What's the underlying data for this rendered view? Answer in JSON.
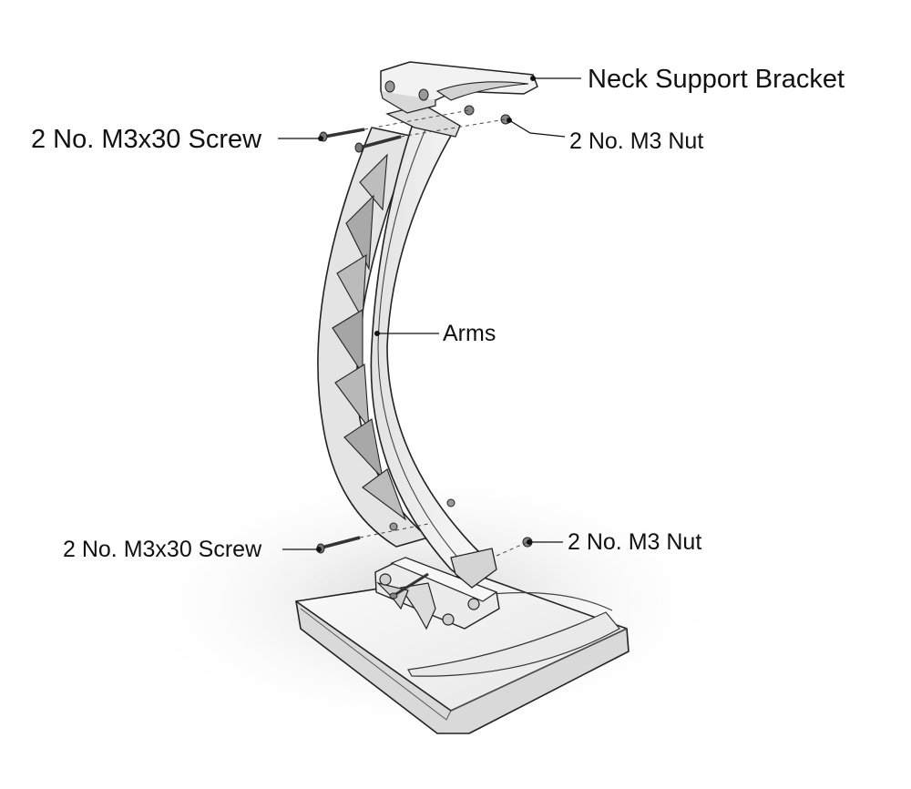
{
  "callouts": {
    "neck_support_bracket": "Neck Support Bracket",
    "screw_top": "2 No. M3x30 Screw",
    "nut_top": "2 No. M3 Nut",
    "arms": "Arms",
    "screw_bottom": "2 No. M3x30 Screw",
    "nut_bottom": "2 No. M3 Nut"
  },
  "colors": {
    "ink": "#111111",
    "part_fill": "#f4f4f4",
    "part_shade": "#d6d6d6",
    "part_dark": "#9a9a9a"
  }
}
